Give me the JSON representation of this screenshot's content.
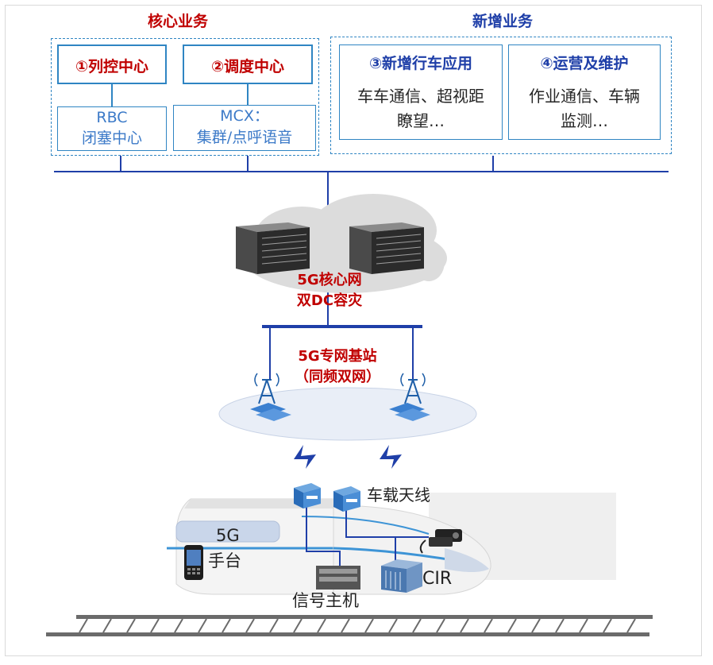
{
  "sections": {
    "core_title": "核心业务",
    "new_title": "新增业务"
  },
  "boxes": {
    "train_control": "①列控中心",
    "dispatch": "②调度中心",
    "rbc_line1": "RBC",
    "rbc_line2": "闭塞中心",
    "mcx_line1": "MCX：",
    "mcx_line2": "集群/点呼语音",
    "new_app_title": "③新增行车应用",
    "new_app_line1": "车车通信、超视距",
    "new_app_line2": "瞭望…",
    "ops_title": "④运营及维护",
    "ops_line1": "作业通信、车辆",
    "ops_line2": "监测…"
  },
  "core_network": {
    "line1": "5G核心网",
    "line2": "双DC容灾"
  },
  "base_station": {
    "line1": "5G专网基站",
    "line2": "（同频双网）"
  },
  "train": {
    "antenna": "车载天线",
    "handset_line1": "5G",
    "handset_line2": "手台",
    "signal_host": "信号主机",
    "cir": "CIR"
  },
  "icons": [
    "server-rack-icon",
    "antenna-tower-icon",
    "wireless-signal-icon",
    "router-icon",
    "handset-icon",
    "radio-icon",
    "cabinet-icon"
  ],
  "colors": {
    "header_red": "#c00000",
    "header_blue": "#1f3fa8",
    "line_blue": "#2f85c3",
    "bus_blue": "#1f3fa8"
  }
}
